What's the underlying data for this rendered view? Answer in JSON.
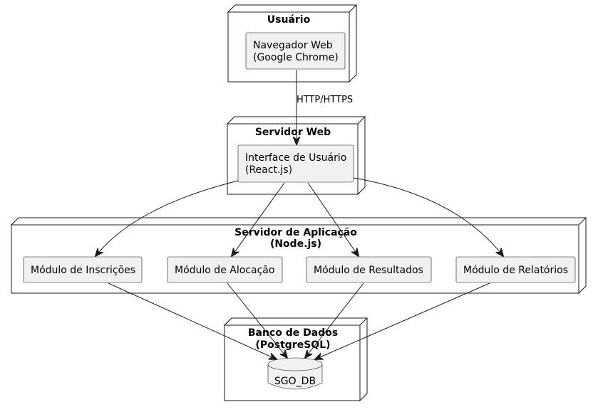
{
  "nodes": {
    "usuario": {
      "title": "Usuário"
    },
    "servidor_web": {
      "title": "Servidor Web"
    },
    "servidor_app": {
      "title_line1": "Servidor de Aplicação",
      "title_line2": "(Node.js)"
    },
    "banco": {
      "title_line1": "Banco de Dados",
      "title_line2": "(PostgreSQL)"
    }
  },
  "components": {
    "navegador": {
      "line1": "Navegador Web",
      "line2": "(Google Chrome)"
    },
    "interface": {
      "line1": "Interface de Usuário",
      "line2": "(React.js)"
    },
    "inscricoes": {
      "label": "Módulo de Inscrições"
    },
    "alocacao": {
      "label": "Módulo de Alocação"
    },
    "resultados": {
      "label": "Módulo de Resultados"
    },
    "relatorios": {
      "label": "Módulo de Relatórios"
    },
    "database": {
      "label": "SGO_DB"
    }
  },
  "edges": {
    "http_label": "HTTP/HTTPS"
  }
}
